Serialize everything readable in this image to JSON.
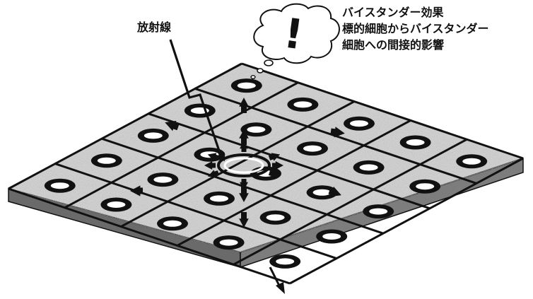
{
  "labels": {
    "radiation": "放射線",
    "bystander_title": "バイスタンダー効果",
    "bystander_line2": "標的細胞からバイスタンダー",
    "bystander_line3": "細胞への間接的影響",
    "exclamation": "!"
  },
  "icons": {
    "thought_bubble": "cloud-thought-bubble-icon",
    "radiation_track": "zigzag-lightning-icon",
    "signal_arrows": "block-arrow-icon"
  },
  "colors": {
    "ink": "#111111",
    "sheet": "#cfcfcf",
    "sheet_shade": "#8a8a8a",
    "nucleus": "#ffffff"
  }
}
